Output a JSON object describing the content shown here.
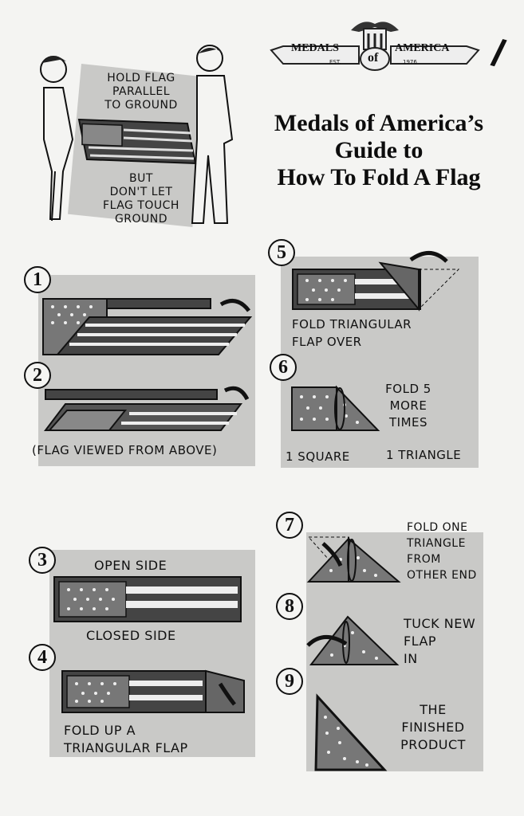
{
  "page_number_mark": "/",
  "logo": {
    "left_banner": "MEDALS",
    "center": "of",
    "right_banner": "AMERICA",
    "est_label": "EST.",
    "est_year": "1976"
  },
  "title_lines": [
    "Medals of America’s",
    "Guide to",
    "How To  Fold A Flag"
  ],
  "intro": {
    "caption_top": [
      "HOLD FLAG",
      "PARALLEL",
      "TO GROUND"
    ],
    "caption_bottom": [
      "BUT",
      "DON'T LET",
      "FLAG TOUCH",
      "GROUND"
    ]
  },
  "steps": {
    "s1": {
      "number": "1"
    },
    "s2": {
      "number": "2",
      "caption": "(FLAG VIEWED FROM ABOVE)"
    },
    "s3": {
      "number": "3",
      "top_label": "OPEN SIDE",
      "bottom_label": "CLOSED SIDE"
    },
    "s4": {
      "number": "4",
      "caption": [
        "FOLD UP A",
        "TRIANGULAR FLAP"
      ]
    },
    "s5": {
      "number": "5",
      "caption": [
        "FOLD TRIANGULAR",
        "FLAP OVER"
      ]
    },
    "s6": {
      "number": "6",
      "caption": [
        "FOLD 5",
        "MORE",
        "TIMES"
      ],
      "label_square": "1 SQUARE",
      "label_triangle": "1 TRIANGLE"
    },
    "s7": {
      "number": "7",
      "caption": [
        "FOLD ONE",
        "TRIANGLE",
        "FROM",
        "OTHER END"
      ]
    },
    "s8": {
      "number": "8",
      "caption": [
        "TUCK NEW",
        "FLAP",
        "IN"
      ]
    },
    "s9": {
      "number": "9",
      "caption": [
        "THE",
        "FINISHED",
        "PRODUCT"
      ]
    }
  }
}
